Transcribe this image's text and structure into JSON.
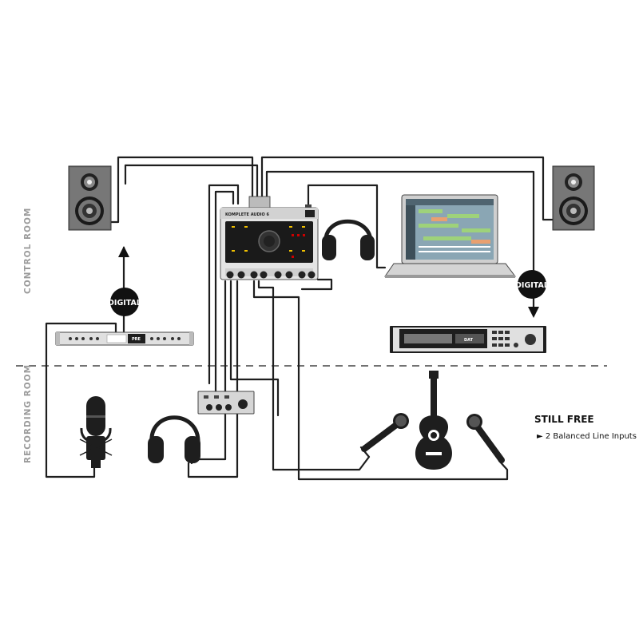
{
  "labels": {
    "control_room": "CONTROL ROOM",
    "recording_room": "RECORDING ROOM",
    "digital_left": "DIGITAL",
    "digital_right": "DIGITAL",
    "interface_brand": "KOMPLETE AUDIO 6",
    "preamp_tag": "PRE",
    "dat_tag": "DAT"
  },
  "still_free": {
    "title": "STILL FREE",
    "items": [
      "► 2 Balanced Line Inputs"
    ]
  },
  "colors": {
    "ink": "#1e1e1e",
    "grey_label": "#9a9a9a",
    "device_silver": "#e4e4e4",
    "speaker_body": "#6e6e6e"
  }
}
